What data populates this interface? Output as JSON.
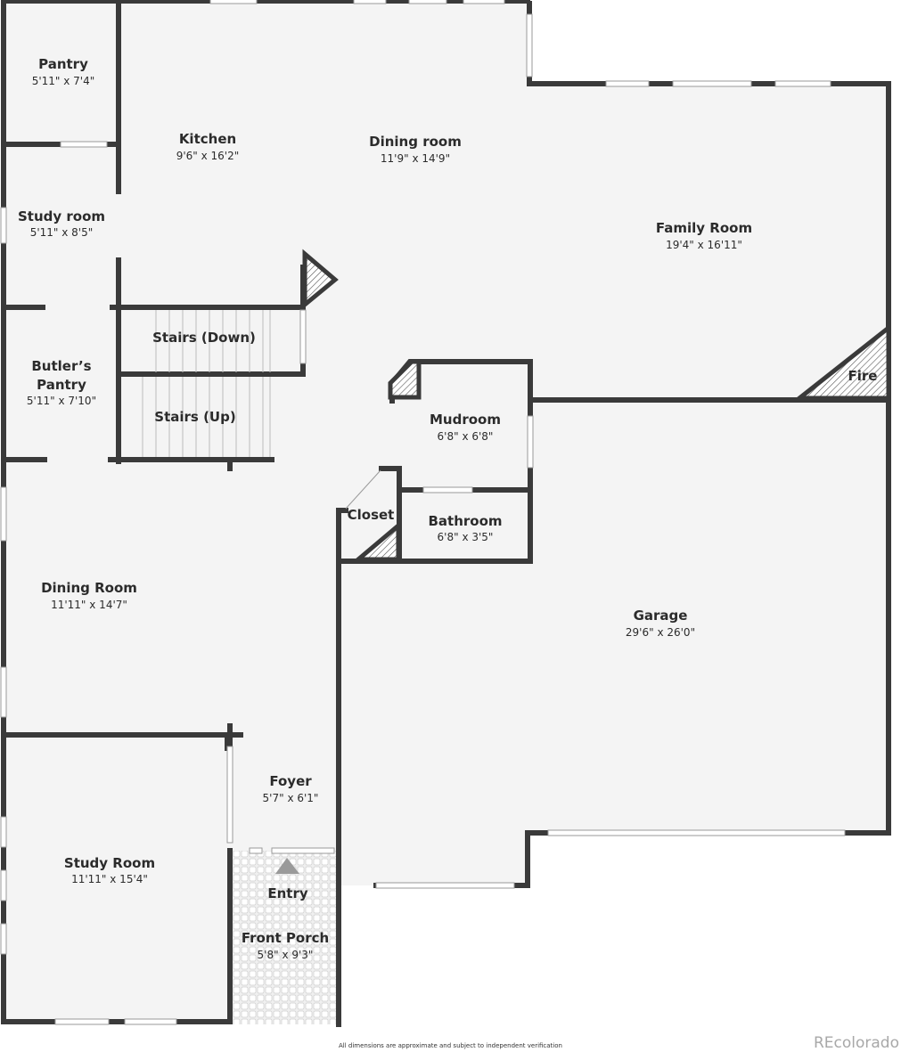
{
  "rooms": {
    "pantry": {
      "name": "Pantry",
      "dim": "5'11\" x 7'4\""
    },
    "kitchen": {
      "name": "Kitchen",
      "dim": "9'6\" x 16'2\""
    },
    "dining_upper": {
      "name": "Dining room",
      "dim": "11'9\" x 14'9\""
    },
    "family": {
      "name": "Family Room",
      "dim": "19'4\" x 16'11\""
    },
    "study_upper": {
      "name": "Study room",
      "dim": "5'11\" x 8'5\""
    },
    "stairs_down": {
      "name": "Stairs (Down)"
    },
    "stairs_up": {
      "name": "Stairs (Up)"
    },
    "butlers": {
      "name_line1": "Butler’s",
      "name_line2": "Pantry",
      "dim": "5'11\" x 7'10\""
    },
    "fire": {
      "name": "Fire"
    },
    "mudroom": {
      "name": "Mudroom",
      "dim": "6'8\" x 6'8\""
    },
    "closet": {
      "name": "Closet"
    },
    "bathroom": {
      "name": "Bathroom",
      "dim": "6'8\" x 3'5\""
    },
    "garage": {
      "name": "Garage",
      "dim": "29'6\" x 26'0\""
    },
    "dining_lower": {
      "name": "Dining Room",
      "dim": "11'11\" x 14'7\""
    },
    "foyer": {
      "name": "Foyer",
      "dim": "5'7\" x 6'1\""
    },
    "study_lower": {
      "name": "Study Room",
      "dim": "11'11\" x 15'4\""
    },
    "entry": {
      "name": "Entry"
    },
    "porch": {
      "name": "Front Porch",
      "dim": "5'8\" x 9'3\""
    }
  },
  "footer": {
    "note": "All dimensions are approximate and subject to independent verification",
    "watermark": "REcolorado"
  },
  "colors": {
    "floor": "#f4f4f4",
    "wall": "#3a3a3a",
    "porch": "#ececec"
  }
}
